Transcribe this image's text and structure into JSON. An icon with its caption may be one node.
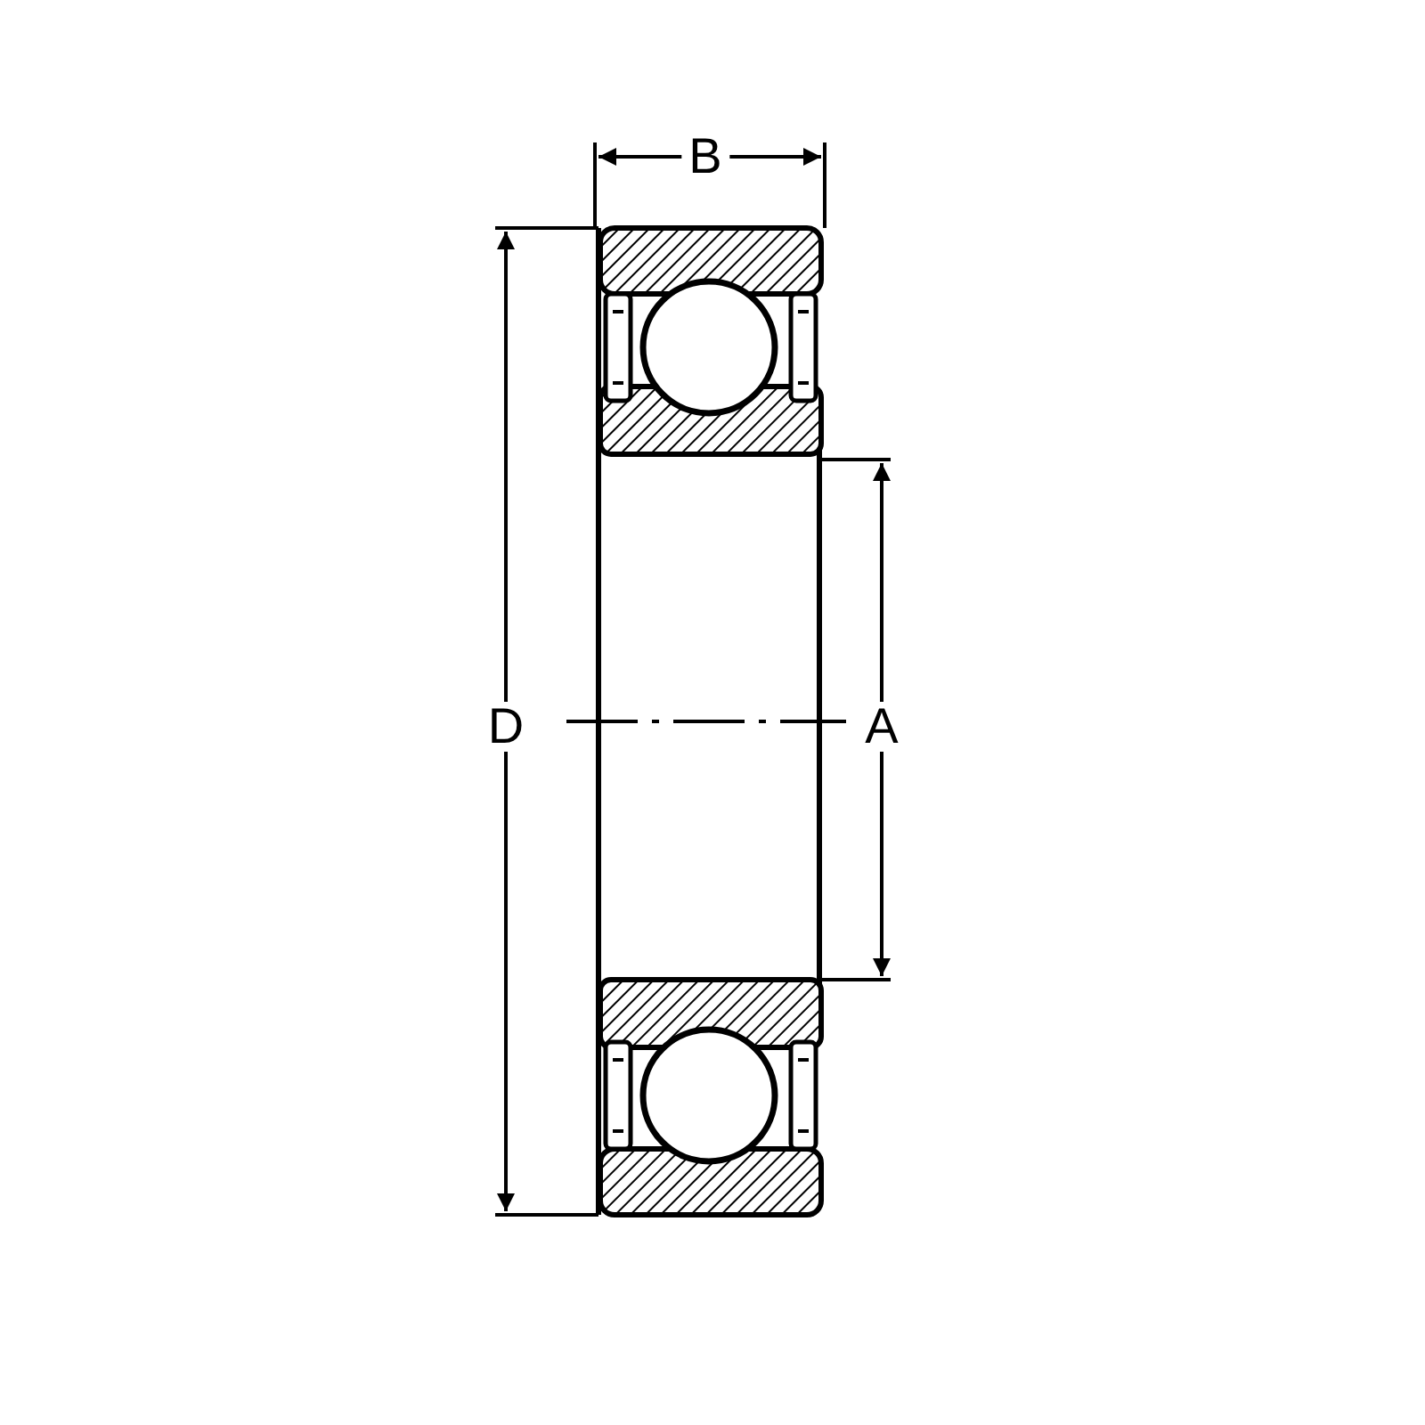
{
  "diagram": {
    "labels": [
      "B",
      "D",
      "A"
    ]
  }
}
